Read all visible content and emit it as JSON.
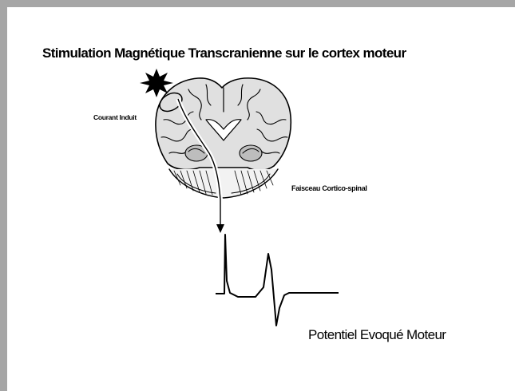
{
  "slide": {
    "title": "Stimulation Magnétique Transcranienne sur le cortex moteur",
    "labels": {
      "induced_current": "Courant Induit",
      "corticospinal_tract": "Faisceau Cortico-spinal",
      "motor_evoked_potential": "Potentiel Evoqué Moteur"
    }
  },
  "colors": {
    "frame": "#a6a6a6",
    "ink": "#000000",
    "brain_shade": "#d9d9d9",
    "background": "#ffffff"
  },
  "icons": {
    "stimulus": "starburst-icon",
    "coil": "coil-ellipse",
    "tract_arrow": "arrow-down-icon"
  }
}
